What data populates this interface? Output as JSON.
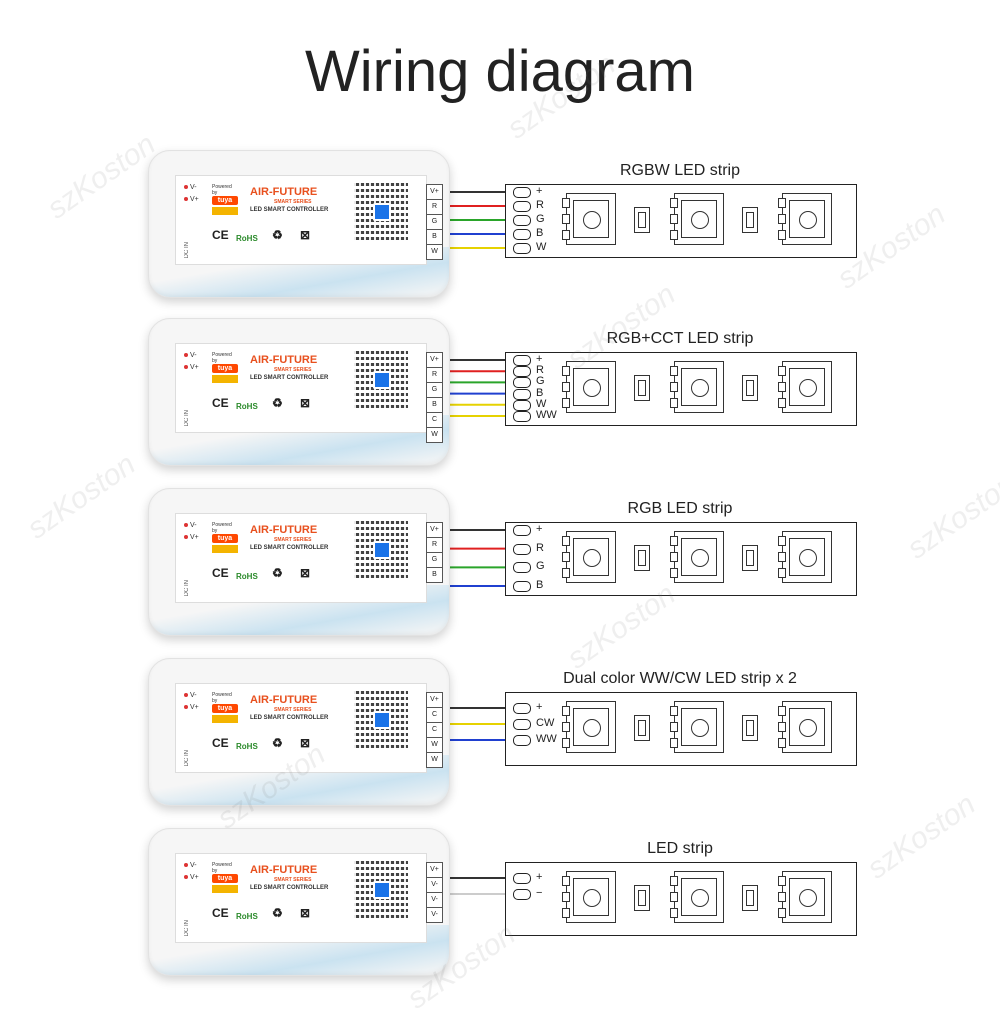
{
  "title": "Wiring diagram",
  "watermark": "szKoston",
  "controller": {
    "powered_by": "Powered by",
    "tuya": "tuya",
    "brand": "AIR-FUTURE",
    "series": "SMART SERIES",
    "product": "LED SMART CONTROLLER",
    "ce": "CE",
    "rohs": "RoHS",
    "dc_in": "DC IN",
    "v_minus": "V-",
    "v_plus": "V+"
  },
  "rows": [
    {
      "strip_title": "RGBW LED strip",
      "terminals": [
        "V+",
        "R",
        "G",
        "B",
        "W"
      ],
      "pads": [
        "+",
        "R",
        "G",
        "B",
        "W"
      ],
      "wire_colors": [
        "#333333",
        "#e02020",
        "#2aa52a",
        "#2040d0",
        "#e6d200"
      ]
    },
    {
      "strip_title": "RGB+CCT LED strip",
      "terminals": [
        "V+",
        "R",
        "G",
        "B",
        "C",
        "W"
      ],
      "pads": [
        "+",
        "R",
        "G",
        "B",
        "W",
        "WW"
      ],
      "wire_colors": [
        "#333333",
        "#e02020",
        "#2aa52a",
        "#2040d0",
        "#e6d200",
        "#e6d200"
      ]
    },
    {
      "strip_title": "RGB LED strip",
      "terminals": [
        "V+",
        "R",
        "G",
        "B"
      ],
      "pads": [
        "+",
        "R",
        "G",
        "B"
      ],
      "wire_colors": [
        "#333333",
        "#e02020",
        "#2aa52a",
        "#2040d0"
      ]
    },
    {
      "strip_title": "Dual color WW/CW LED strip x 2",
      "terminals": [
        "V+",
        "C",
        "C",
        "W",
        "W"
      ],
      "pads": [
        "+",
        "CW",
        "WW"
      ],
      "wire_colors": [
        "#333333",
        "#e6d200",
        "#2040d0"
      ]
    },
    {
      "strip_title": "LED strip",
      "terminals": [
        "V+",
        "V-",
        "V-",
        "V-"
      ],
      "pads": [
        "+",
        "−"
      ],
      "wire_colors": [
        "#333333",
        "#cccccc"
      ]
    }
  ]
}
